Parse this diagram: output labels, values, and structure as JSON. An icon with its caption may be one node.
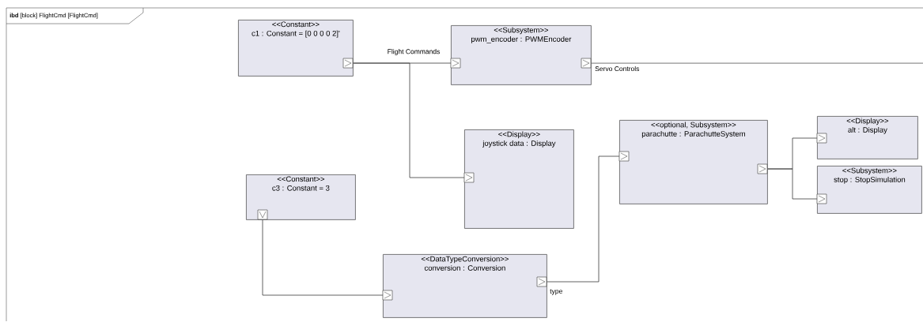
{
  "diagram": {
    "nodes": [
      {
        "text": [
          "**ibd** [block] FlightCmd [FlightCmd]"
        ]
      },
      {
        "text": [
          "<<Constant>>",
          "c1 : Constant = [0 0 0 0 2]'"
        ],
        "in": 0
      },
      {
        "text": [
          "<<Subsystem>>",
          "pwm_encoder : PWMEncoder"
        ],
        "in": 0
      },
      {
        "text": [
          "<<Display>>",
          "joystick data : Display"
        ],
        "in": 0
      },
      {
        "text": [
          "<<Constant>>",
          "c3 : Constant = 3"
        ],
        "in": 0
      },
      {
        "text": [
          "<<DataTypeConversion>>",
          "conversion : Conversion"
        ],
        "in": 0
      },
      {
        "text": [
          "<<optional, Subsystem>>",
          "parachutte : ParachutteSystem"
        ],
        "in": 0
      },
      {
        "text": [
          "<<Display>>",
          "alt : Display"
        ],
        "in": 0
      },
      {
        "text": [
          "<<Subsystem>>",
          "stop : StopSimulation"
        ],
        "in": 0
      }
    ],
    "edges": [
      {
        "from": 1,
        "to": 2,
        "arrow": "to",
        "label": "Flight Commands"
      },
      {
        "from": 1,
        "to": 3,
        "arrow": "to"
      },
      {
        "from": 2,
        "to": null,
        "arrow": "none",
        "label": "Servo Controls"
      },
      {
        "from": 4,
        "to": 5,
        "arrow": "to"
      },
      {
        "from": 5,
        "to": 6,
        "arrow": "to",
        "label": "type"
      },
      {
        "from": 6,
        "to": 7,
        "arrow": "to"
      },
      {
        "from": 6,
        "to": 8,
        "arrow": "to"
      }
    ]
  }
}
